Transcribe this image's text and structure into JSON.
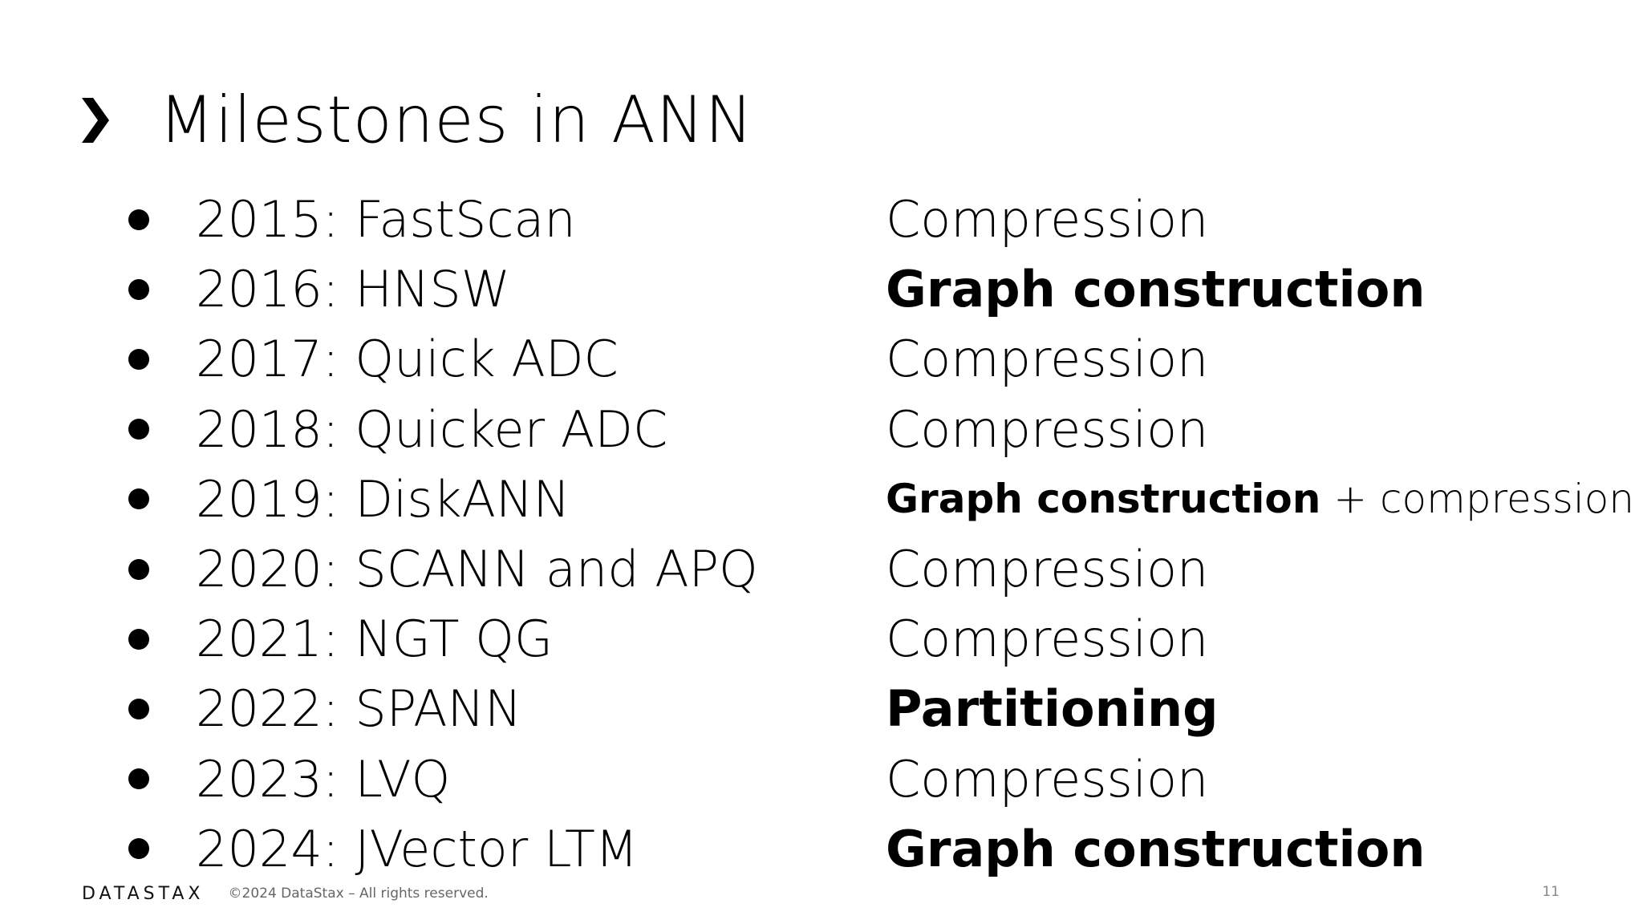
{
  "slide": {
    "title": "Milestones in ANN",
    "page_number": "11"
  },
  "milestones": [
    {
      "label": "2015: FastScan",
      "category": "Compression",
      "style": "light"
    },
    {
      "label": "2016: HNSW",
      "category": "Graph construction",
      "style": "bold"
    },
    {
      "label": "2017: Quick ADC",
      "category": "Compression",
      "style": "light"
    },
    {
      "label": "2018: Quicker ADC",
      "category": "Compression",
      "style": "light"
    },
    {
      "label": "2019: DiskANN",
      "category_bold": "Graph construction",
      "category_rest": " + compression",
      "style": "mixed"
    },
    {
      "label": "2020: SCANN and APQ",
      "category": "Compression",
      "style": "light"
    },
    {
      "label": "2021: NGT QG",
      "category": "Compression",
      "style": "light"
    },
    {
      "label": "2022: SPANN",
      "category": "Partitioning",
      "style": "bold"
    },
    {
      "label": "2023: LVQ",
      "category": "Compression",
      "style": "light"
    },
    {
      "label": "2024: JVector LTM",
      "category": "Graph construction",
      "style": "bold"
    }
  ],
  "footer": {
    "logo_text": "DATASTAX",
    "copyright": "©2024 DataStax – All rights reserved."
  },
  "icons": {
    "title_marker": "chevron-right-icon",
    "list_marker": "bullet-icon"
  }
}
